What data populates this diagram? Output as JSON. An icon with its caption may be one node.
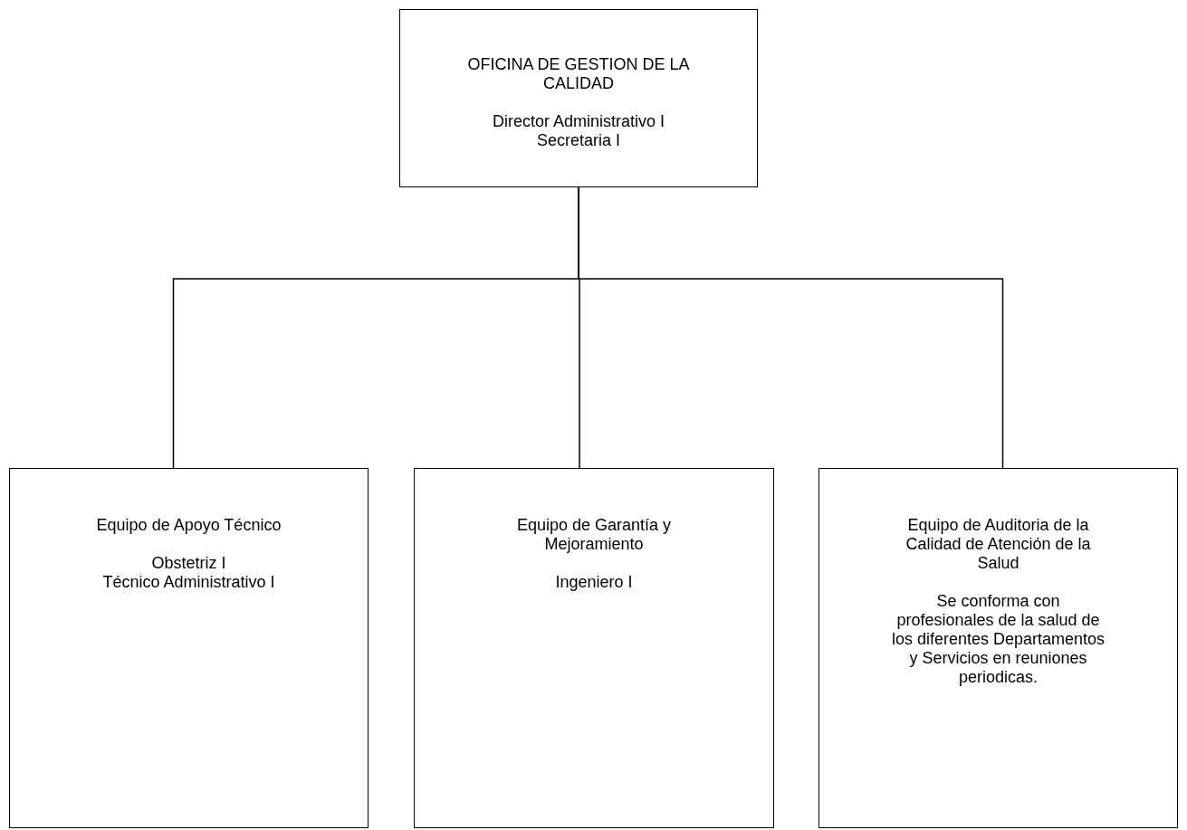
{
  "diagram": {
    "nodes": [
      {
        "text": [
          "OFICINA DE GESTION DE LA CALIDAD",
          "Director Administrativo I",
          "Secretaria I"
        ]
      },
      {
        "text": [
          "Equipo de Apoyo Técnico",
          "Obstetriz I",
          "Técnico Administrativo I"
        ]
      },
      {
        "text": [
          "Equipo de Garantía y Mejoramiento",
          "Ingeniero I"
        ]
      },
      {
        "text": [
          "Equipo de Auditoria de la Calidad de Atención de la Salud",
          "Se conforma con profesionales de la salud de los diferentes Departamentos y Servicios en reuniones periodicas."
        ]
      }
    ],
    "edges": [
      {
        "from": 0,
        "to": 1,
        "arrow": "none"
      },
      {
        "from": 0,
        "to": 2,
        "arrow": "none"
      },
      {
        "from": 0,
        "to": 3,
        "arrow": "none"
      }
    ]
  }
}
